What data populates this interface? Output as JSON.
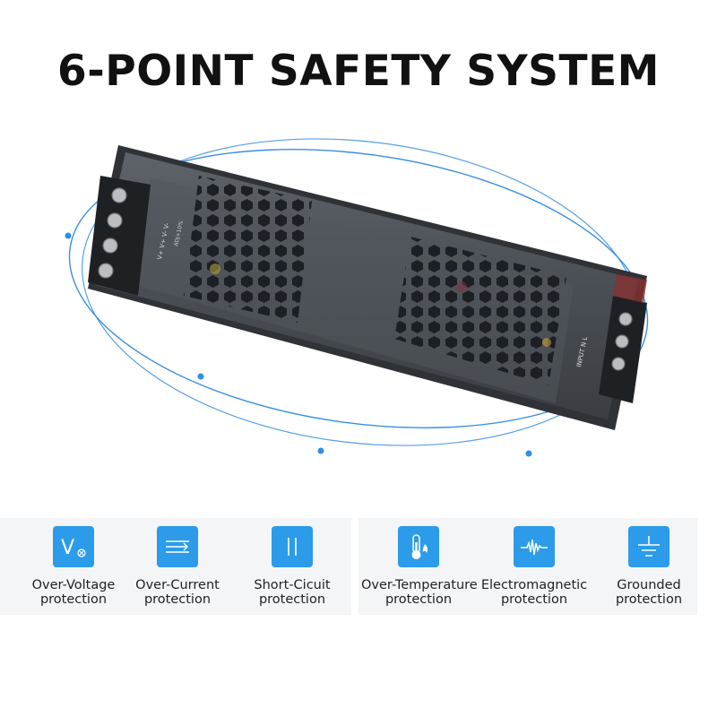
{
  "title": "6-POINT SAFETY SYSTEM",
  "colors": {
    "accent": "#2b9bea",
    "orbit": "#3a8fe0",
    "title": "#111111"
  },
  "product": {
    "left_terminal_text": "V+ V+ V- V-",
    "left_side_text": "ADJ+10%",
    "right_terminal_text": "INPUT N L"
  },
  "features": [
    {
      "icon": "over-voltage-icon",
      "line1": "Over-Voltage",
      "line2": "protection"
    },
    {
      "icon": "over-current-icon",
      "line1": "Over-Current",
      "line2": "protection"
    },
    {
      "icon": "short-circuit-icon",
      "line1": "Short-Cicuit",
      "line2": "protection"
    },
    {
      "icon": "over-temperature-icon",
      "line1": "Over-Temperature",
      "line2": "protection"
    },
    {
      "icon": "electromagnetic-icon",
      "line1": "Electromagnetic",
      "line2": "protection"
    },
    {
      "icon": "grounded-icon",
      "line1": "Grounded",
      "line2": "protection"
    }
  ]
}
